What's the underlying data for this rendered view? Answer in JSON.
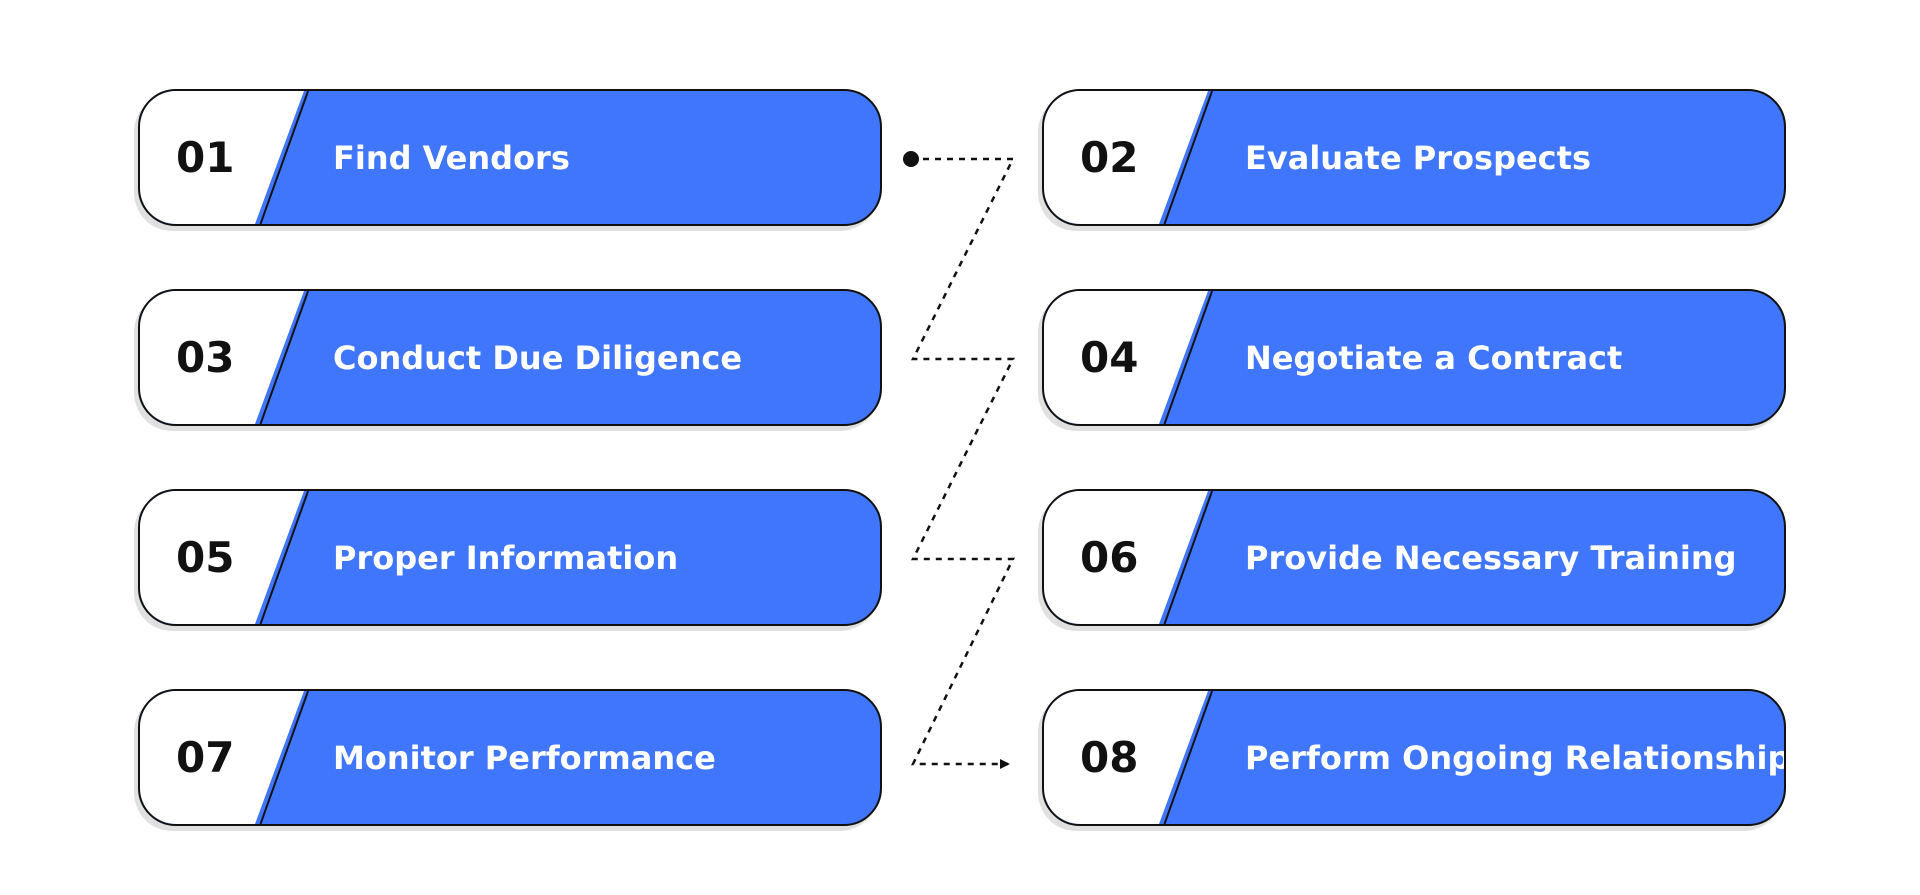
{
  "steps": [
    {
      "number": "01",
      "label": "Find Vendors"
    },
    {
      "number": "02",
      "label": "Evaluate Prospects"
    },
    {
      "number": "03",
      "label": "Conduct Due Diligence"
    },
    {
      "number": "04",
      "label": "Negotiate a Contract"
    },
    {
      "number": "05",
      "label": "Proper Information"
    },
    {
      "number": "06",
      "label": "Provide Necessary Training"
    },
    {
      "number": "07",
      "label": "Monitor Performance"
    },
    {
      "number": "08",
      "label": "Perform Ongoing Relationship"
    }
  ],
  "colors": {
    "accent": "#3f76fc",
    "number_panel": "#ffffff",
    "outline": "#111111",
    "label_text": "#ffffff"
  },
  "connector": {
    "style": "dotted",
    "start_marker": "dot",
    "end_marker": "arrow"
  }
}
